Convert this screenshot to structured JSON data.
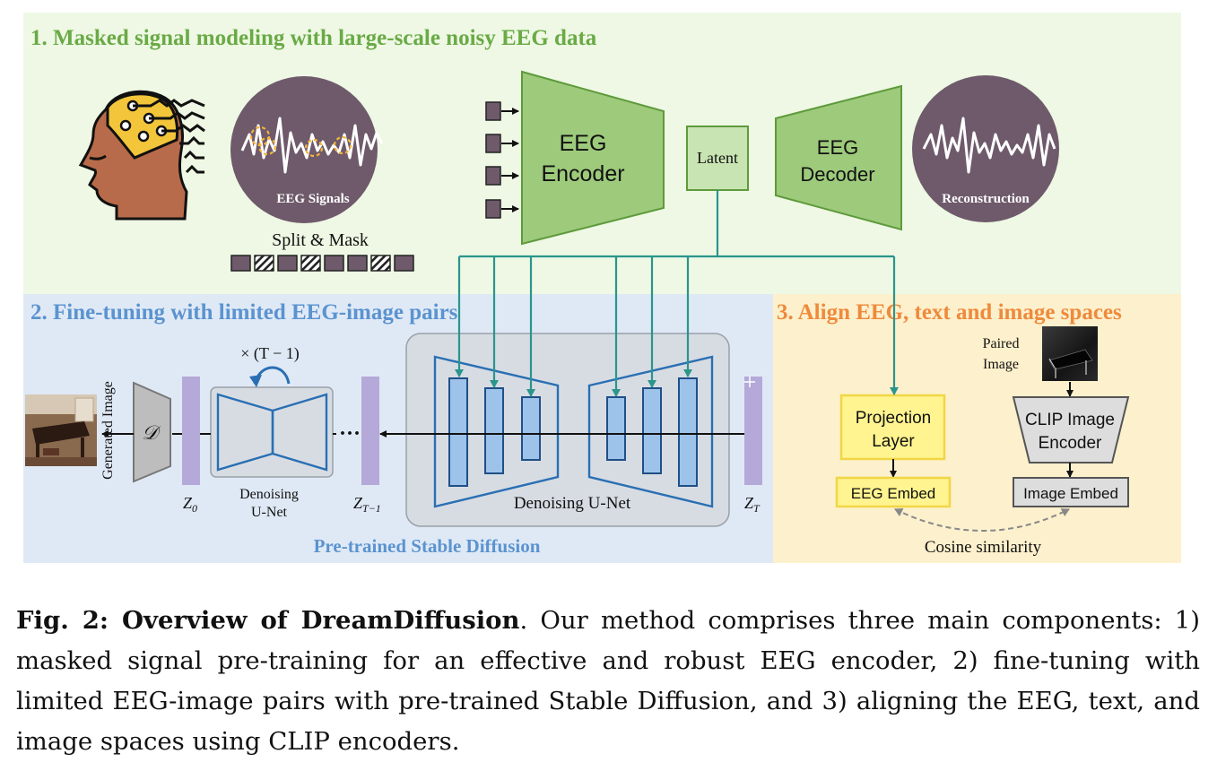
{
  "panels": {
    "p1_title": "1. Masked signal modeling with large-scale noisy EEG data",
    "p2_title": "2. Fine-tuning with limited EEG-image pairs",
    "p3_title": "3. Align EEG, text and image spaces"
  },
  "stage1": {
    "eeg_signals": "EEG Signals",
    "split_mask": "Split & Mask",
    "encoder_line1": "EEG",
    "encoder_line2": "Encoder",
    "latent": "Latent",
    "decoder_line1": "EEG",
    "decoder_line2": "Decoder",
    "reconstruction": "Reconstruction"
  },
  "stage2": {
    "generated_image": "Generated Image",
    "decoder_symbol": "𝒟",
    "repeat": "× (T − 1)",
    "denoise_small_1": "Denoising",
    "denoise_small_2": "U-Net",
    "z0": "Z",
    "z0_sub": "0",
    "zt1": "Z",
    "zt1_sub": "T−1",
    "zt": "Z",
    "zt_sub": "T",
    "ellipsis": "···",
    "denoise_big": "Denoising U-Net",
    "pretrained": "Pre-trained Stable Diffusion"
  },
  "stage3": {
    "paired_1": "Paired",
    "paired_2": "Image",
    "proj_1": "Projection",
    "proj_2": "Layer",
    "clip_1": "CLIP Image",
    "clip_2": "Encoder",
    "eeg_embed": "EEG Embed",
    "image_embed": "Image Embed",
    "cosine": "Cosine similarity"
  },
  "caption": {
    "bold": "Fig. 2: Overview of DreamDiffusion",
    "text": ". Our method comprises three main components: 1) masked signal pre-training for an effective and robust EEG encoder, 2) fine-tuning with limited EEG-image pairs with pre-trained Stable Diffusion, and 3) aligning the EEG, text, and image spaces using CLIP encoders."
  },
  "colors": {
    "green_bg": "#eef8e4",
    "blue_bg": "#dfe9f6",
    "yellow_bg": "#fdf0cc",
    "green_title": "#6aaa46",
    "blue_title": "#5b93cf",
    "orange_title": "#ee8a3c",
    "teal": "#2b958c",
    "purple_circle": "#6e5a6b"
  }
}
